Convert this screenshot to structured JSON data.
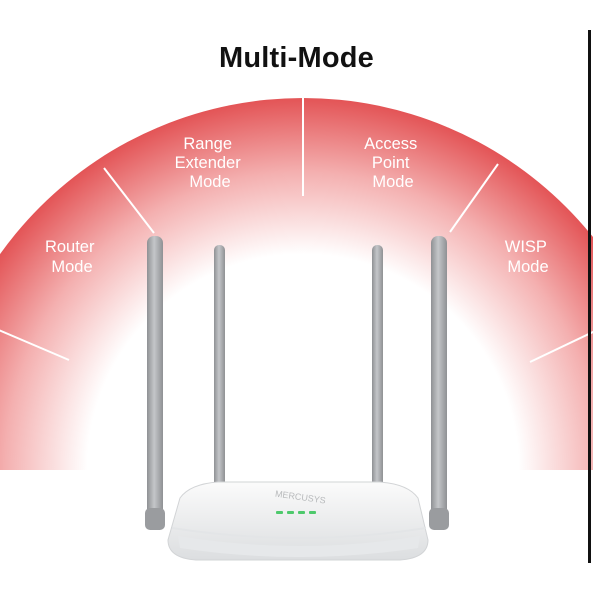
{
  "title": "Multi-Mode",
  "colors": {
    "arc_red": "#e35456",
    "arc_fade": "#ffffff",
    "antenna": "#a5a7aa",
    "router_body": "#f2f3f4",
    "led": "#4ec96c"
  },
  "modes": [
    {
      "line1": "Router",
      "line2": "Mode",
      "line3": ""
    },
    {
      "line1": "Range",
      "line2": "Extender",
      "line3": "Mode"
    },
    {
      "line1": "Access",
      "line2": "Point",
      "line3": "Mode"
    },
    {
      "line1": "WISP",
      "line2": "Mode",
      "line3": ""
    }
  ],
  "router": {
    "brand": "MERCUSYS",
    "image": "white-router-with-four-antennas"
  }
}
